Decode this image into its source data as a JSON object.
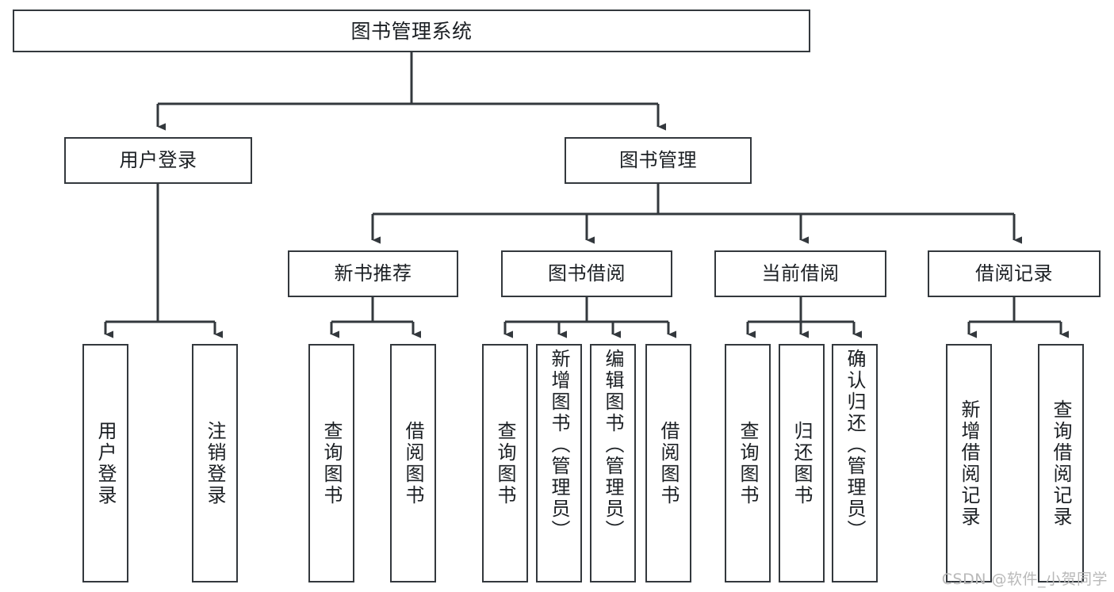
{
  "diagram": {
    "title": "图书管理系统",
    "type": "tree",
    "colors": {
      "box_border": "#33383d",
      "box_fill": "#ffffff",
      "connector": "#33383d",
      "text": "#1b1f23",
      "watermark": "#b9b9b9",
      "background": "#ffffff"
    },
    "nodes": {
      "root": {
        "label": "图书管理系统"
      },
      "level2": [
        {
          "id": "user-login",
          "label": "用户登录"
        },
        {
          "id": "book-manage",
          "label": "图书管理"
        }
      ],
      "level3": [
        {
          "id": "new-book-recommend",
          "label": "新书推荐"
        },
        {
          "id": "book-borrow",
          "label": "图书借阅"
        },
        {
          "id": "current-borrow",
          "label": "当前借阅"
        },
        {
          "id": "borrow-record",
          "label": "借阅记录"
        }
      ],
      "leaves": {
        "user_login": [
          {
            "id": "leaf-user-login",
            "label": "用户登录"
          },
          {
            "id": "leaf-logout-login",
            "label": "注销登录"
          }
        ],
        "new_book_recommend": [
          {
            "id": "leaf-query-book-1",
            "label": "查询图书"
          },
          {
            "id": "leaf-borrow-book-1",
            "label": "借阅图书"
          }
        ],
        "book_borrow": [
          {
            "id": "leaf-query-book-2",
            "label": "查询图书"
          },
          {
            "id": "leaf-add-book-admin",
            "label": "新增图书（管理员）"
          },
          {
            "id": "leaf-edit-book-admin",
            "label": "编辑图书（管理员）"
          },
          {
            "id": "leaf-borrow-book-2",
            "label": "借阅图书"
          }
        ],
        "current_borrow": [
          {
            "id": "leaf-query-book-3",
            "label": "查询图书"
          },
          {
            "id": "leaf-return-book",
            "label": "归还图书"
          },
          {
            "id": "leaf-confirm-return-admin",
            "label": "确认归还（管理员）"
          }
        ],
        "borrow_record": [
          {
            "id": "leaf-add-borrow-record",
            "label": "新增借阅记录"
          },
          {
            "id": "leaf-query-borrow-record",
            "label": "查询借阅记录"
          }
        ]
      }
    },
    "watermark": "CSDN @软件_小贺同学"
  }
}
